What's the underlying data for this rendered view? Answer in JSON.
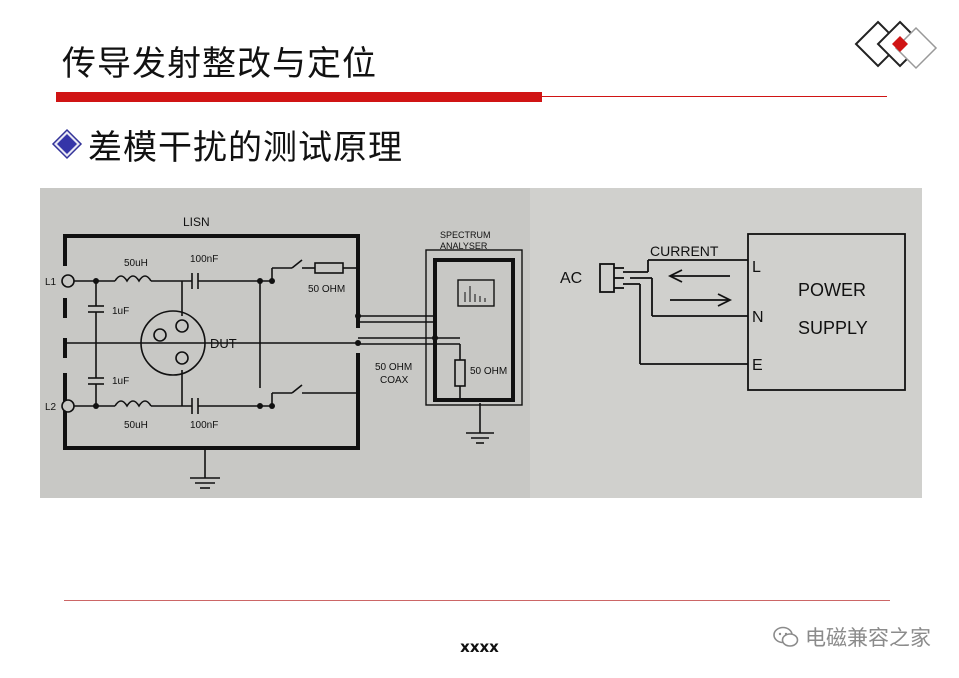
{
  "slide": {
    "title": "传导发射整改与定位",
    "bullet": "差模干扰的测试原理",
    "footer": "xxxx",
    "watermark": "电磁兼容之家",
    "accent_color": "#d01414"
  },
  "diagram_lisn": {
    "title": "LISN",
    "inductor_top": "50uH",
    "inductor_bottom": "50uH",
    "cap_top": "100nF",
    "cap_bottom": "100nF",
    "shunt_cap_top": "1uF",
    "shunt_cap_bottom": "1uF",
    "terminal_l1": "L1",
    "terminal_l2": "L2",
    "dut": "DUT",
    "resistor_top": "50 OHM",
    "coax_line1": "50 OHM",
    "coax_line2": "COAX",
    "analyser_line1": "SPECTRUM",
    "analyser_line2": "ANALYSER",
    "analyser_load": "50 OHM"
  },
  "diagram_supply": {
    "source": "AC",
    "current": "CURRENT",
    "terminal_l": "L",
    "terminal_n": "N",
    "terminal_e": "E",
    "box_line1": "POWER",
    "box_line2": "SUPPLY"
  }
}
